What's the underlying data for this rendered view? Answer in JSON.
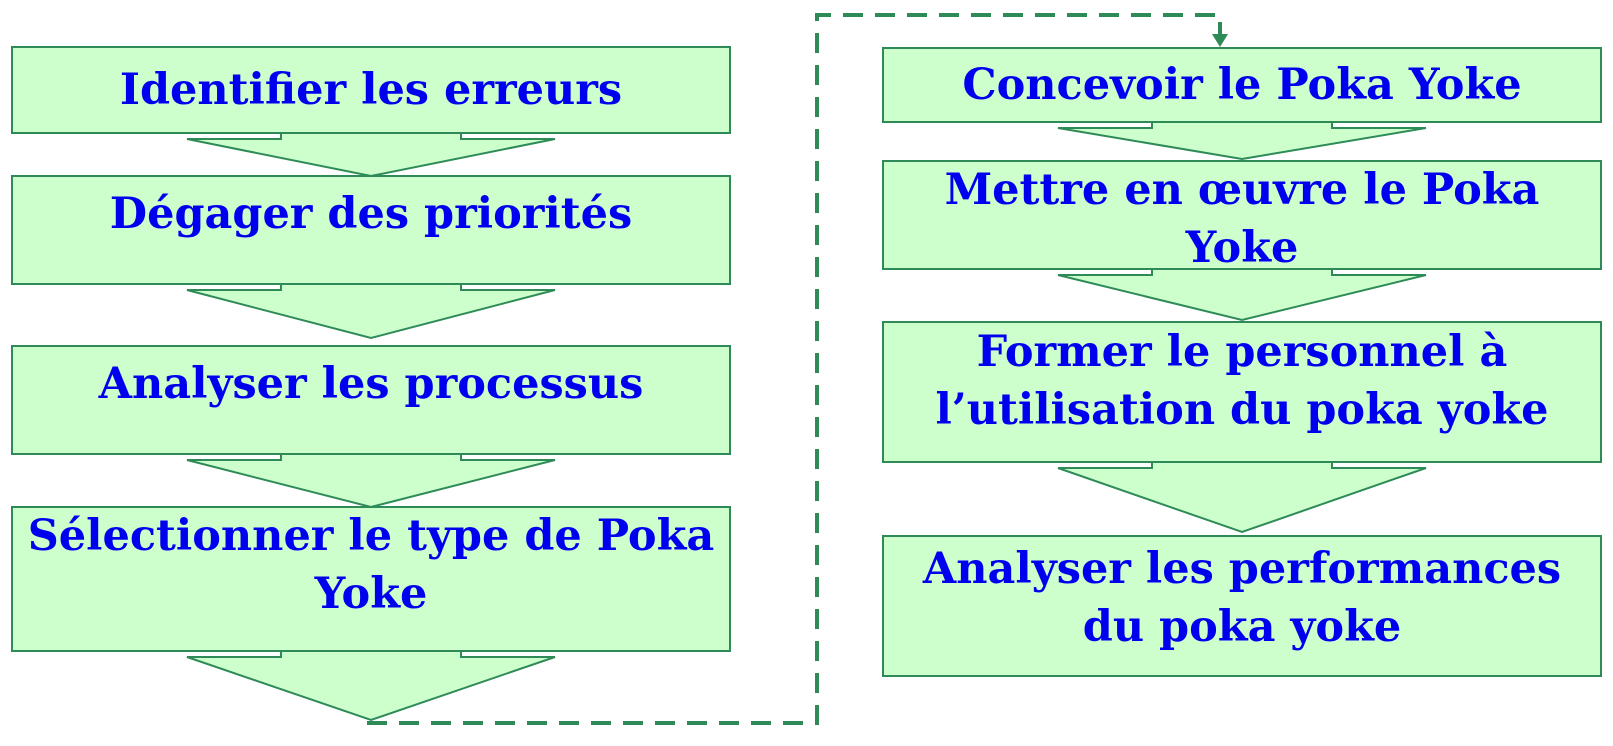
{
  "colors": {
    "box_fill": "#ccffcc",
    "box_stroke": "#2e8b57",
    "text": "#0000ee",
    "connector": "#2e8b57",
    "background": "#ffffff"
  },
  "left_column": {
    "steps": [
      {
        "label": "Identifier les erreurs"
      },
      {
        "label": "Dégager des priorités"
      },
      {
        "label": "Analyser les processus"
      },
      {
        "label": "Sélectionner le type de Poka Yoke"
      }
    ]
  },
  "right_column": {
    "steps": [
      {
        "label": "Concevoir le Poka Yoke"
      },
      {
        "label": "Mettre en œuvre le Poka Yoke"
      },
      {
        "label": "Former le personnel à l’utilisation du poka yoke"
      },
      {
        "label": "Analyser les performances du poka yoke"
      }
    ]
  },
  "connector": {
    "style": "dashed",
    "from": "left_column.steps.3",
    "to": "right_column.steps.0"
  }
}
